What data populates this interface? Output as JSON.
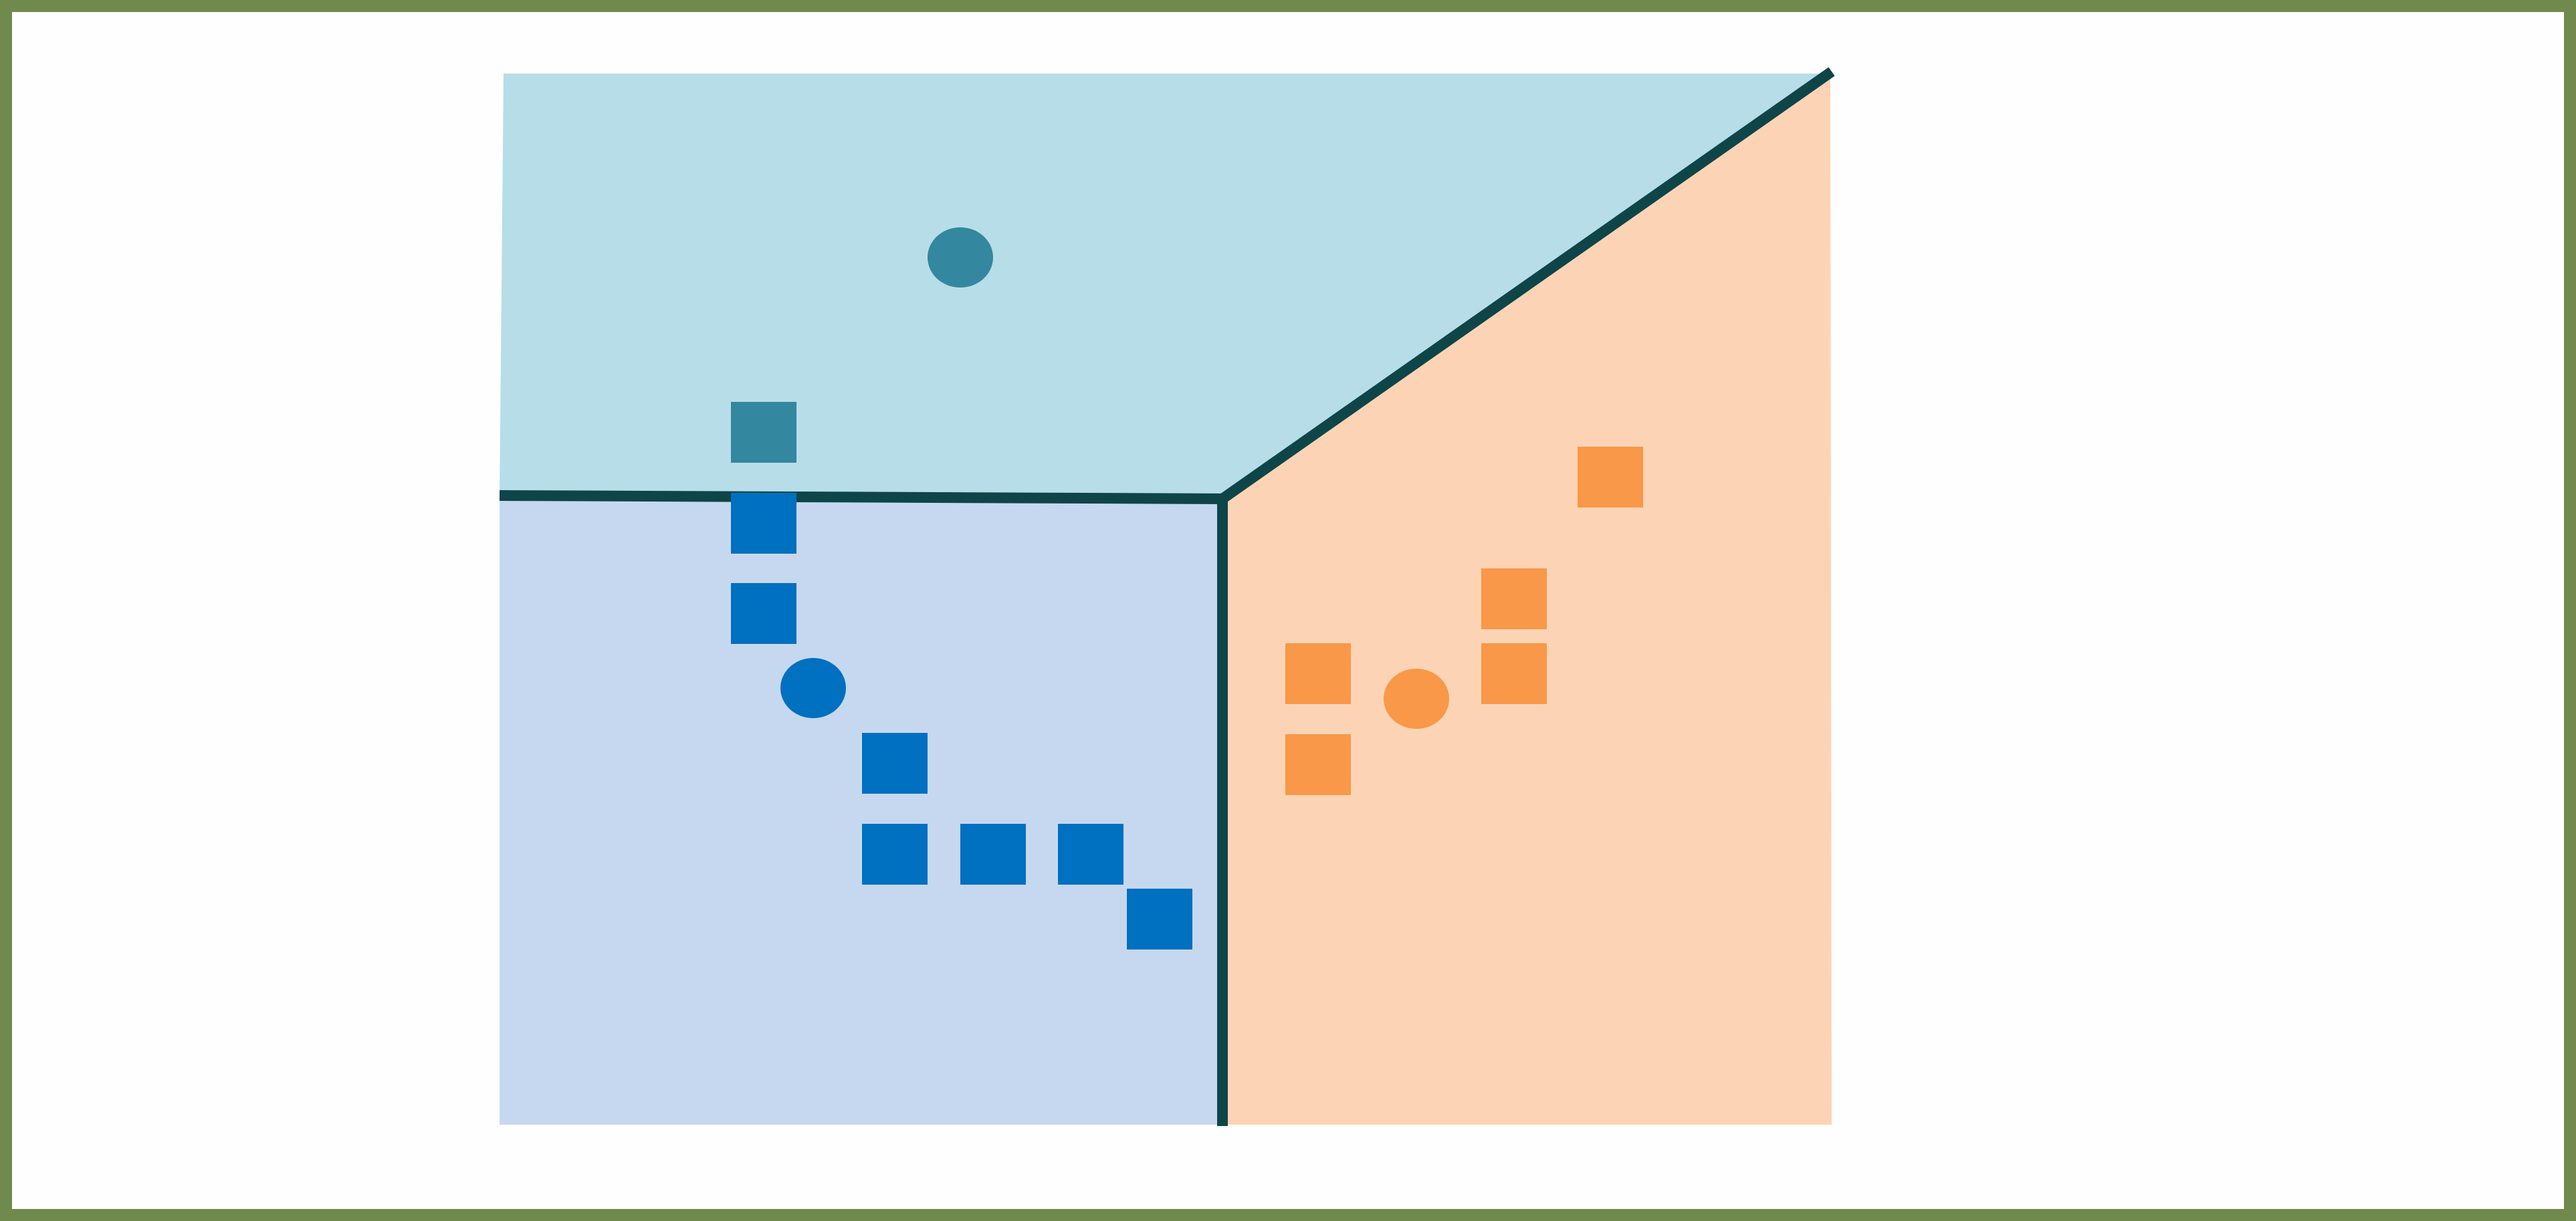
{
  "diagram": {
    "kind": "voronoi-partition",
    "colors": {
      "frame": "#708a4e",
      "background": "#fefefe",
      "boundary": "#0e4548",
      "region_top": "#b7dde8",
      "region_bottom_left": "#c6d8f0",
      "region_right": "#fcd4b5",
      "teal": "#33879f",
      "blue": "#0070c0",
      "orange": "#f89848"
    },
    "regions": [
      {
        "name": "region-top",
        "color_key": "region_top"
      },
      {
        "name": "region-bottom-left",
        "color_key": "region_bottom_left"
      },
      {
        "name": "region-right",
        "color_key": "region_right"
      }
    ],
    "centroids": [
      {
        "name": "centroid-teal",
        "color_key": "teal"
      },
      {
        "name": "centroid-blue",
        "color_key": "blue"
      },
      {
        "name": "centroid-orange",
        "color_key": "orange"
      }
    ],
    "points": [
      {
        "group": "teal",
        "color_key": "teal"
      },
      {
        "group": "blue",
        "color_key": "blue"
      },
      {
        "group": "blue",
        "color_key": "blue"
      },
      {
        "group": "blue",
        "color_key": "blue"
      },
      {
        "group": "blue",
        "color_key": "blue"
      },
      {
        "group": "blue",
        "color_key": "blue"
      },
      {
        "group": "blue",
        "color_key": "blue"
      },
      {
        "group": "blue",
        "color_key": "blue"
      },
      {
        "group": "orange",
        "color_key": "orange"
      },
      {
        "group": "orange",
        "color_key": "orange"
      },
      {
        "group": "orange",
        "color_key": "orange"
      },
      {
        "group": "orange",
        "color_key": "orange"
      },
      {
        "group": "orange",
        "color_key": "orange"
      }
    ]
  }
}
